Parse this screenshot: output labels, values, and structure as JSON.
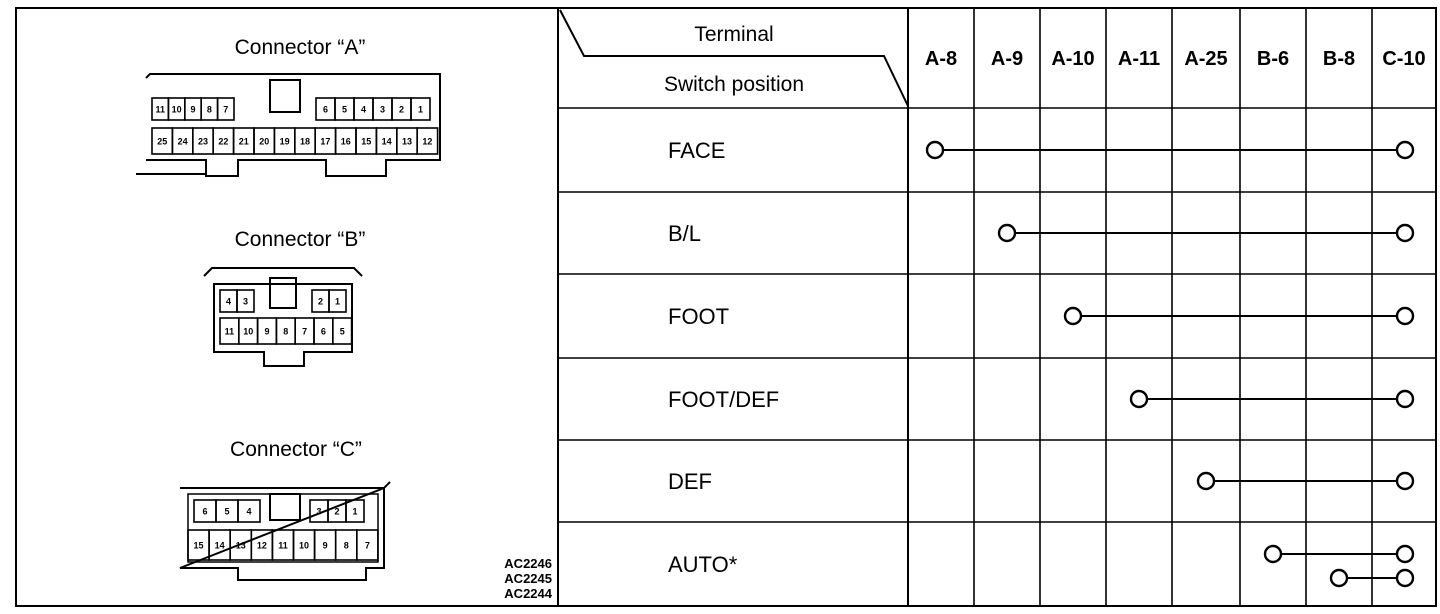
{
  "connectors": [
    {
      "id": "A",
      "title": "Connector “A”",
      "top_left": [
        "11",
        "10",
        "9",
        "8",
        "7"
      ],
      "top_right": [
        "6",
        "5",
        "4",
        "3",
        "2",
        "1"
      ],
      "bottom": [
        "25",
        "24",
        "23",
        "22",
        "21",
        "20",
        "19",
        "18",
        "17",
        "16",
        "15",
        "14",
        "13",
        "12"
      ]
    },
    {
      "id": "B",
      "title": "Connector “B”",
      "top_left": [
        "4",
        "3"
      ],
      "top_right": [
        "2",
        "1"
      ],
      "bottom": [
        "11",
        "10",
        "9",
        "8",
        "7",
        "6",
        "5"
      ]
    },
    {
      "id": "C",
      "title": "Connector “C”",
      "top_left": [
        "6",
        "5",
        "4"
      ],
      "top_right": [
        "3",
        "2",
        "1"
      ],
      "bottom": [
        "15",
        "14",
        "13",
        "12",
        "11",
        "10",
        "9",
        "8",
        "7"
      ]
    }
  ],
  "figure_codes": [
    "AC2246",
    "AC2245",
    "AC2244"
  ],
  "table": {
    "header_terminal": "Terminal",
    "header_switch_position": "Switch position",
    "terminals": [
      "A-8",
      "A-9",
      "A-10",
      "A-11",
      "A-25",
      "B-6",
      "B-8",
      "C-10"
    ],
    "rows": [
      {
        "position": "FACE",
        "connections": [
          [
            "A-8",
            "C-10"
          ]
        ]
      },
      {
        "position": "B/L",
        "connections": [
          [
            "A-9",
            "C-10"
          ]
        ]
      },
      {
        "position": "FOOT",
        "connections": [
          [
            "A-10",
            "C-10"
          ]
        ]
      },
      {
        "position": "FOOT/DEF",
        "connections": [
          [
            "A-11",
            "C-10"
          ]
        ]
      },
      {
        "position": "DEF",
        "connections": [
          [
            "A-25",
            "C-10"
          ]
        ]
      },
      {
        "position": "AUTO*",
        "connections": [
          [
            "B-6",
            "C-10"
          ],
          [
            "B-8",
            "C-10"
          ]
        ]
      }
    ]
  }
}
